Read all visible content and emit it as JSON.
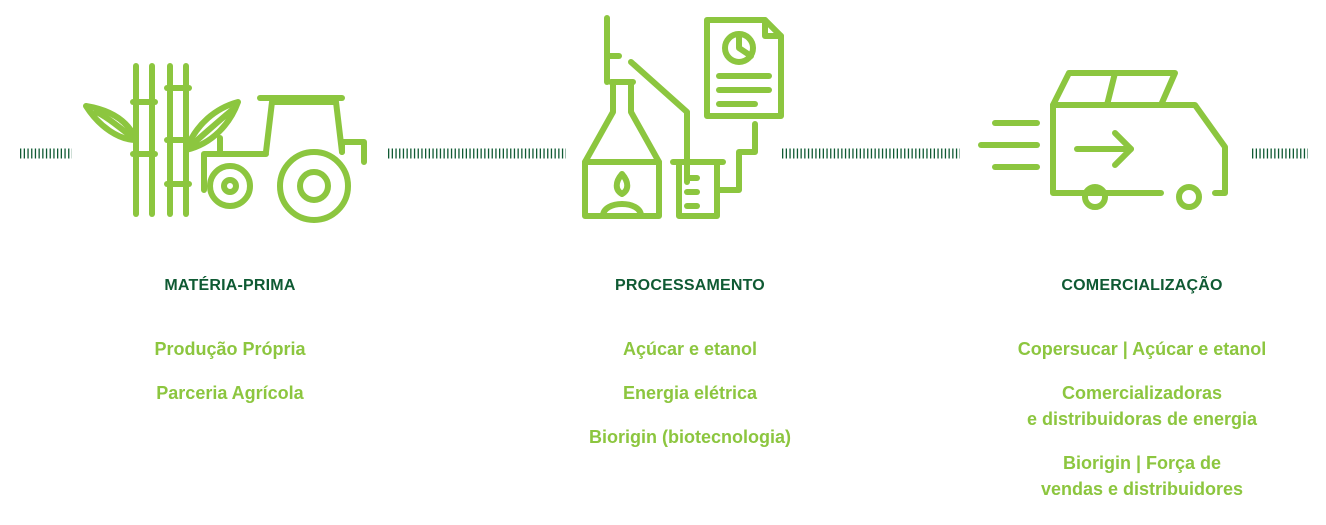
{
  "colors": {
    "accent_green": "#8cc63f",
    "title_green": "#0f5a33",
    "dash_green": "#0f5a33"
  },
  "stages": [
    {
      "icon": "sugarcane-tractor-icon",
      "title": "MATÉRIA-PRIMA",
      "items": [
        {
          "lines": [
            "Produção Própria"
          ]
        },
        {
          "lines": [
            "Parceria Agrícola"
          ]
        }
      ]
    },
    {
      "icon": "processing-plant-icon",
      "title": "PROCESSAMENTO",
      "items": [
        {
          "lines": [
            "Açúcar e etanol"
          ]
        },
        {
          "lines": [
            "Energia elétrica"
          ]
        },
        {
          "lines": [
            "Biorigin (biotecnologia)"
          ]
        }
      ]
    },
    {
      "icon": "delivery-truck-icon",
      "title": "COMERCIALIZAÇÃO",
      "items": [
        {
          "lines": [
            "Copersucar | Açúcar e etanol"
          ]
        },
        {
          "lines": [
            "Comercializadoras",
            "e distribuidoras de energia"
          ]
        },
        {
          "lines": [
            "Biorigin | Força de",
            "vendas e distribuidores"
          ]
        }
      ]
    }
  ]
}
